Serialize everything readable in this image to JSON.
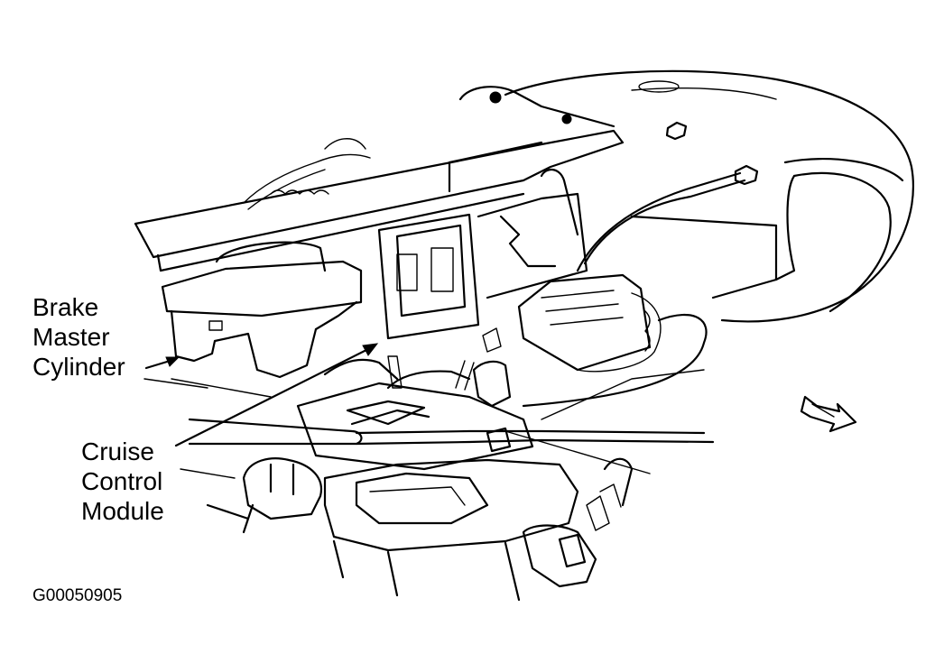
{
  "callouts": {
    "brake_master_cylinder": [
      "Brake",
      "Master",
      "Cylinder"
    ],
    "cruise_control_module": [
      "Cruise",
      "Control",
      "Module"
    ]
  },
  "figure_code": "G00050905",
  "colors": {
    "ink": "#000000",
    "paper": "#ffffff"
  },
  "icons": {
    "direction_arrow": "front-direction-arrow-icon"
  }
}
